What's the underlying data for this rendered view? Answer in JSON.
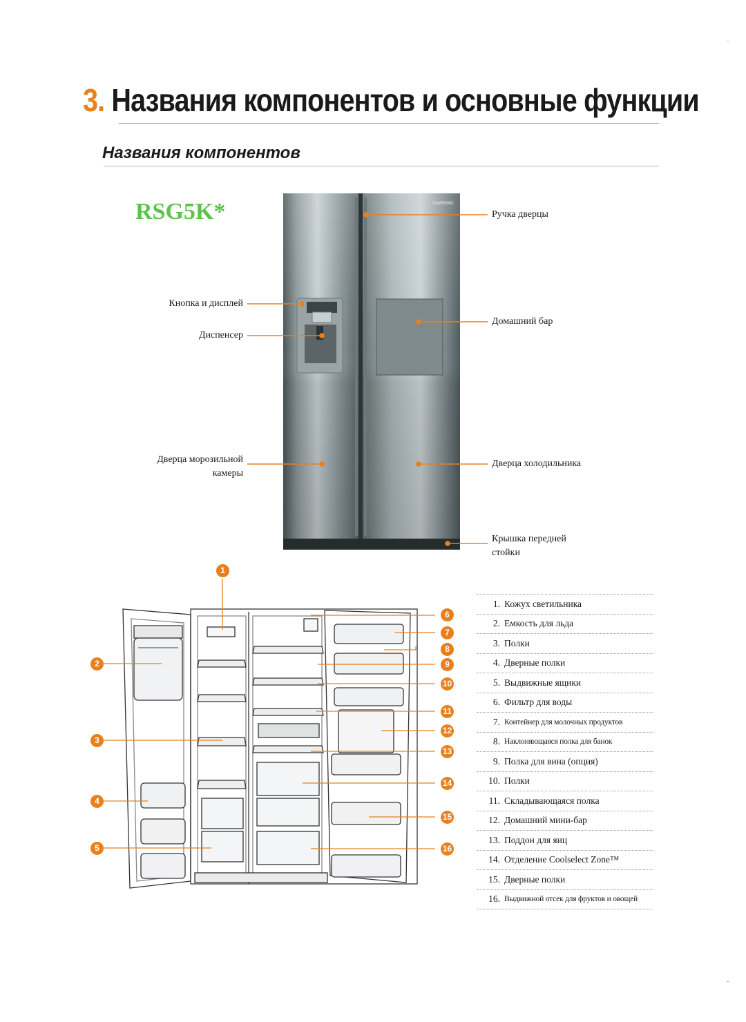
{
  "page": {
    "corner_mark_top": "-",
    "corner_mark_bottom": "-"
  },
  "header": {
    "section_number": "3.",
    "section_title": "Названия компонентов и основные функции",
    "subsection_title": "Названия компонентов"
  },
  "model": {
    "code": "RSG5K*"
  },
  "exterior_callouts": {
    "door_handle": "Ручка дверцы",
    "button_display": "Кнопка и дисплей",
    "home_bar": "Домашний бар",
    "dispenser": "Диспенсер",
    "freezer_door_line1": "Дверца морозильной",
    "freezer_door_line2": "камеры",
    "fridge_door": "Дверца холодильника",
    "front_cover_line1": "Крышка передней",
    "front_cover_line2": "стойки"
  },
  "interior_badges": [
    "1",
    "2",
    "3",
    "4",
    "5",
    "6",
    "7",
    "8",
    "9",
    "10",
    "11",
    "12",
    "13",
    "14",
    "15",
    "16"
  ],
  "legend": [
    {
      "num": "1.",
      "label": "Кожух светильника"
    },
    {
      "num": "2.",
      "label": "Емкость для льда"
    },
    {
      "num": "3.",
      "label": "Полки"
    },
    {
      "num": "4.",
      "label": "Дверные полки"
    },
    {
      "num": "5.",
      "label": "Выдвижные ящики"
    },
    {
      "num": "6.",
      "label": "Фильтр для воды"
    },
    {
      "num": "7.",
      "label": "Контейнер для молочных продуктов"
    },
    {
      "num": "8.",
      "label": "Наклоняющаяся полка для банок"
    },
    {
      "num": "9.",
      "label": "Полка для вина (опция)"
    },
    {
      "num": "10.",
      "label": "Полки"
    },
    {
      "num": "11.",
      "label": "Складывающаяся полка"
    },
    {
      "num": "12.",
      "label": "Домашний мини-бар"
    },
    {
      "num": "13.",
      "label": "Поддон для яиц"
    },
    {
      "num": "14.",
      "label": "Отделение Coolselect Zone™"
    },
    {
      "num": "15.",
      "label": "Дверные полки"
    },
    {
      "num": "16.",
      "label": "Выдвижной отсек для фруктов и овощей"
    }
  ],
  "colors": {
    "accent_orange": "#e8801e",
    "model_green": "#5cc24a",
    "steel_dark": "#4f5a5e",
    "steel_light": "#b9c3c6"
  }
}
